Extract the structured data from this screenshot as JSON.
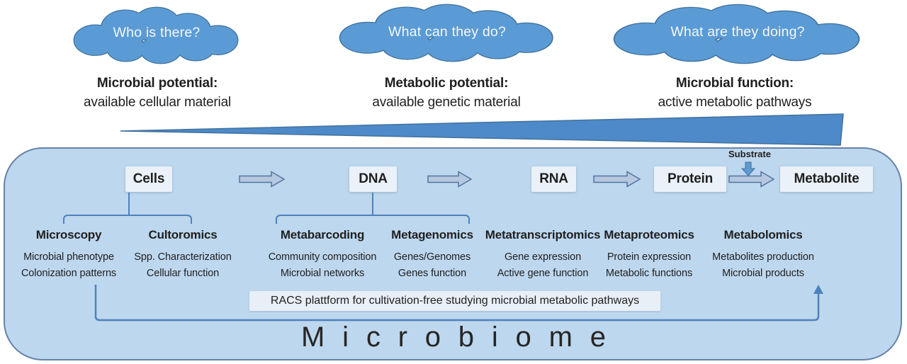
{
  "clouds": [
    {
      "question": "Who is there?",
      "title": "Microbial potential:",
      "subtitle": "available cellular material"
    },
    {
      "question": "What can they do?",
      "title": "Metabolic potential:",
      "subtitle": "available genetic material"
    },
    {
      "question": "What are they doing?",
      "title": "Microbial function:",
      "subtitle": "active metabolic pathways"
    }
  ],
  "flow": {
    "nodes": [
      "Cells",
      "DNA",
      "RNA",
      "Protein",
      "Metabolite"
    ],
    "substrate_label": "Substrate"
  },
  "columns": [
    {
      "header": "Microscopy",
      "lines": [
        "Microbial phenotype",
        "Colonization patterns"
      ]
    },
    {
      "header": "Cultoromics",
      "lines": [
        "Spp. Characterization",
        "Cellular function"
      ]
    },
    {
      "header": "Metabarcoding",
      "lines": [
        "Community composition",
        "Microbial networks"
      ]
    },
    {
      "header": "Metagenomics",
      "lines": [
        "Genes/Genomes",
        "Genes function"
      ]
    },
    {
      "header": "Metatranscriptomics",
      "lines": [
        "Gene expression",
        "Active gene function"
      ]
    },
    {
      "header": "Metaproteomics",
      "lines": [
        "Protein expression",
        "Metabolic functions"
      ]
    },
    {
      "header": "Metabolomics",
      "lines": [
        "Metabolites production",
        "Microbial products"
      ]
    }
  ],
  "racs_label": "RACS plattform for cultivation-free studying microbial metabolic pathways",
  "microbiome_label": "Microbiome",
  "colors": {
    "cloud_fill": "#5b9bd5",
    "cloud_border": "#41719c",
    "cloud_text": "#f2f8fd",
    "box_fill": "#bdd7ee",
    "box_border": "#6682a8",
    "node_fill": "#eaf1f9",
    "arrow_fill": "#b6c7e0",
    "arrow_border": "#54749e",
    "wedge_fill": "#4e8ac9",
    "connector": "#4f81bd",
    "substrate_arrow": "#5f9ad2",
    "racs_fill": "#e9eff7",
    "text": "#1f1f1f"
  }
}
